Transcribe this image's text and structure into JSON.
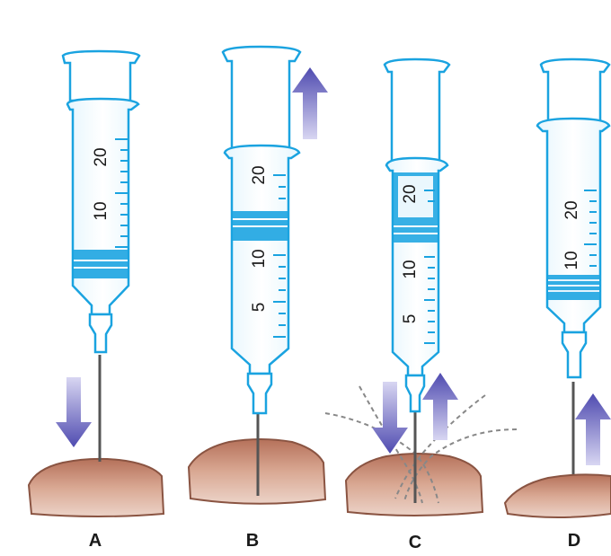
{
  "panels": [
    {
      "label": "A",
      "scale_numbers": [
        "20",
        "10"
      ],
      "arrow": "down"
    },
    {
      "label": "B",
      "scale_numbers": [
        "20",
        "10",
        "5"
      ],
      "arrow": "up"
    },
    {
      "label": "C",
      "scale_numbers": [
        "20",
        "10",
        "5"
      ],
      "arrow": "down-and-up"
    },
    {
      "label": "D",
      "scale_numbers": [
        "20",
        "10"
      ],
      "arrow": "up"
    }
  ],
  "colors": {
    "syringe_outline": "#1aa3e0",
    "plunger_blue": "#27a9e3",
    "needle": "#555555",
    "skin_fill": "#c58b73",
    "skin_edge": "#8a5442",
    "arrow": "#5a56b8",
    "guide_lines": "#888888"
  }
}
